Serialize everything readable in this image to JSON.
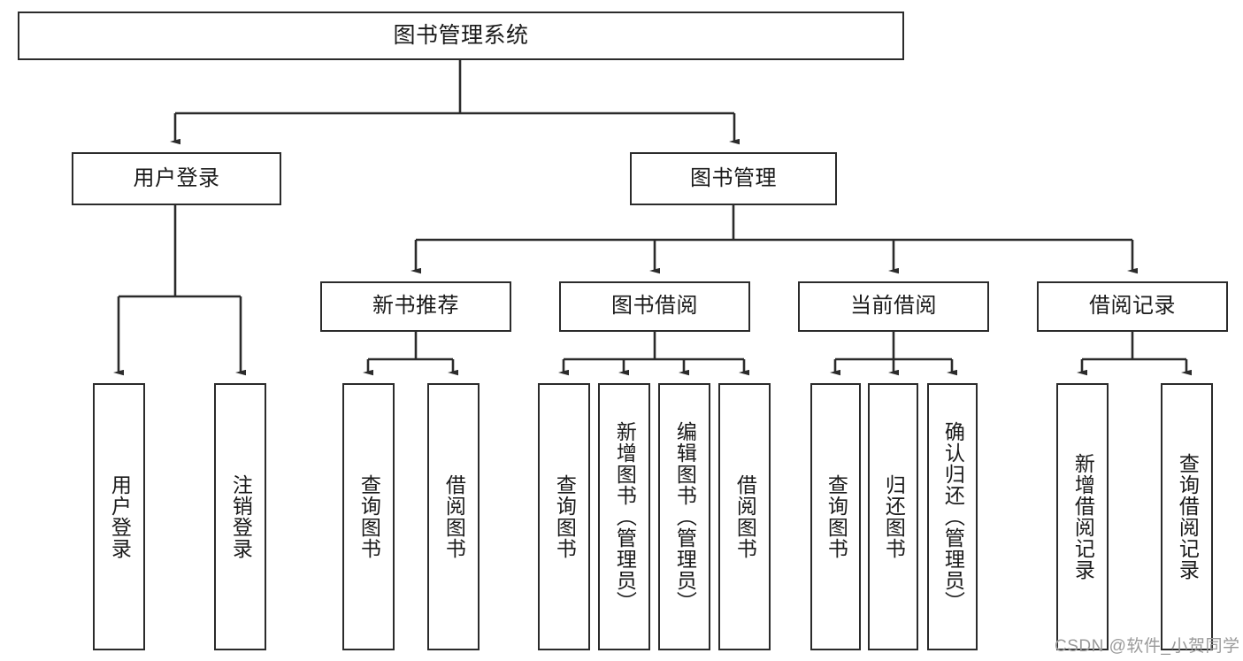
{
  "diagram": {
    "kind": "tree-hierarchy-chart",
    "line_color": "#2b2b2b",
    "box_fill": "#ffffff",
    "text_color": "#1a1a1a",
    "root": {
      "label": "图书管理系统"
    },
    "level2": [
      {
        "label": "用户登录"
      },
      {
        "label": "图书管理"
      }
    ],
    "level3": [
      {
        "label": "新书推荐"
      },
      {
        "label": "图书借阅"
      },
      {
        "label": "当前借阅"
      },
      {
        "label": "借阅记录"
      }
    ],
    "leaves": {
      "user_login": [
        {
          "label": "用户登录"
        },
        {
          "label": "注销登录"
        }
      ],
      "new_book_recommend": [
        {
          "label": "查询图书"
        },
        {
          "label": "借阅图书"
        }
      ],
      "book_borrow": [
        {
          "label": "查询图书"
        },
        {
          "label": "新增图书（管理员）"
        },
        {
          "label": "编辑图书（管理员）"
        },
        {
          "label": "借阅图书"
        }
      ],
      "current_borrow": [
        {
          "label": "查询图书"
        },
        {
          "label": "归还图书"
        },
        {
          "label": "确认归还（管理员）"
        }
      ],
      "borrow_record": [
        {
          "label": "新增借阅记录"
        },
        {
          "label": "查询借阅记录"
        }
      ]
    }
  },
  "watermark": {
    "text": "CSDN @软件_小贺同学"
  }
}
